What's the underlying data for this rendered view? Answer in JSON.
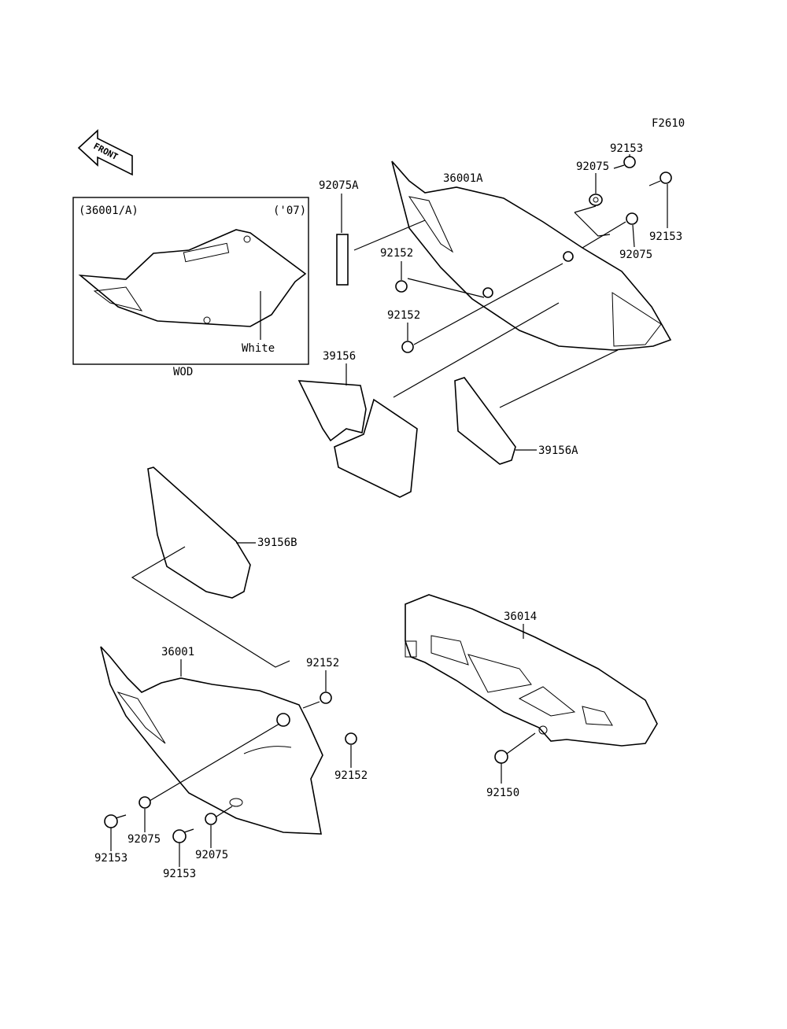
{
  "figure_code": "F2610",
  "front_label": "FRONT",
  "inset": {
    "ref": "(36001/A)",
    "year": "('07)",
    "color": "White",
    "caption": "WOD"
  },
  "callouts": {
    "p36001A": "36001A",
    "p92075A": "92075A",
    "p92153_top": "92153",
    "p92075_top": "92075",
    "p92153_right": "92153",
    "p92075_right": "92075",
    "p92152_a": "92152",
    "p92152_b": "92152",
    "p39156": "39156",
    "p39156A": "39156A",
    "p39156B": "39156B",
    "p36001": "36001",
    "p92152_c": "92152",
    "p92152_d": "92152",
    "p92075_left": "92075",
    "p92153_left": "92153",
    "p92075_mid": "92075",
    "p92153_mid": "92153",
    "p36014": "36014",
    "p92150": "92150"
  }
}
